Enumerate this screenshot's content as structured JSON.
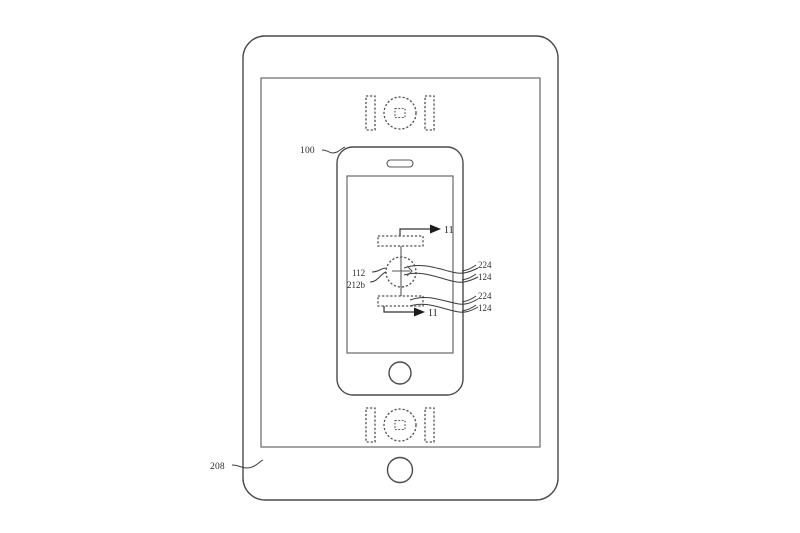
{
  "figure": {
    "title": "Patent figure: handheld device aligned within tablet-size frame",
    "background_color": "#ffffff",
    "ink_color": "#4a4a4a",
    "labels": {
      "device_outer": "100",
      "frame_outer": "208",
      "callout_112": "112",
      "callout_212b": "212b",
      "callout_224_upper": "224",
      "callout_124_upper": "124",
      "callout_224_lower": "224",
      "callout_124_lower": "124",
      "section_arrow_upper": "11",
      "section_arrow_lower": "11"
    },
    "icon_names": {
      "registration_circle_top": "dashed-target-circle-icon",
      "registration_circle_bottom": "dashed-target-circle-icon",
      "registration_bar_top_left": "dashed-bar-icon",
      "registration_bar_top_right": "dashed-bar-icon",
      "registration_bar_bottom_left": "dashed-bar-icon",
      "registration_bar_bottom_right": "dashed-bar-icon",
      "phone_speaker": "earpiece-slot-icon",
      "phone_home_button": "home-button-icon",
      "tablet_home_button": "home-button-icon",
      "section_arrow": "section-arrow-icon"
    }
  }
}
